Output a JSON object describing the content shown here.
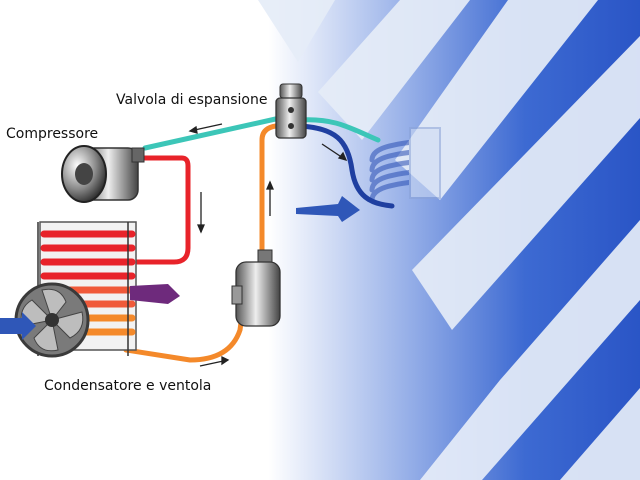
{
  "labels": {
    "valvola": "Valvola di espansione",
    "compressore": "Compressore",
    "condensatore": "Condensatore e ventola"
  },
  "colors": {
    "background_blue": "#2f5fd0",
    "stripe_light": "#e6edf8",
    "hot_gas_line": "#e8232a",
    "hot_liquid_line": "#f4892a",
    "cold_liquid_line": "#3cc6b8",
    "cold_gas_line": "#1f3fa0",
    "air_arrow": "#2f57b8",
    "hot_air_arrow": "#6e2a7c"
  },
  "icons": {
    "compressor": "compressor-icon",
    "fan": "fan-icon",
    "condenser": "condenser-coil-icon",
    "expansion_valve": "expansion-valve-icon",
    "receiver_drier": "receiver-drier-icon",
    "evaporator": "evaporator-coil-icon"
  }
}
